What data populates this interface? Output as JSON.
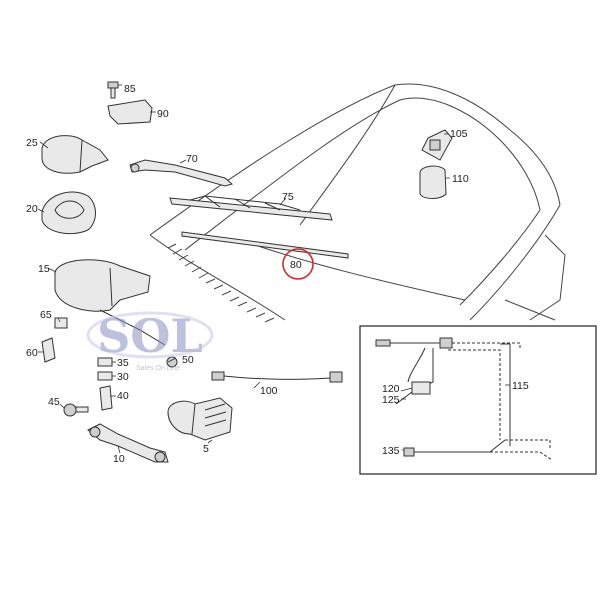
{
  "colors": {
    "highlight": "#d42a2a",
    "line": "#333333",
    "watermark": "#8a8fc4"
  },
  "callouts": {
    "c85": "85",
    "c90": "90",
    "c25": "25",
    "c70": "70",
    "c75": "75",
    "c20": "20",
    "c80": "80",
    "c15": "15",
    "c65": "65",
    "c60": "60",
    "c50": "50",
    "c35": "35",
    "c30": "30",
    "c40": "40",
    "c45": "45",
    "c10": "10",
    "c5": "5",
    "c100": "100",
    "c105": "105",
    "c110": "110",
    "c115": "115",
    "c120": "120",
    "c125": "125",
    "c135": "135"
  },
  "watermark": {
    "logo_text": "SOL",
    "tagline": "Sales On Line"
  }
}
